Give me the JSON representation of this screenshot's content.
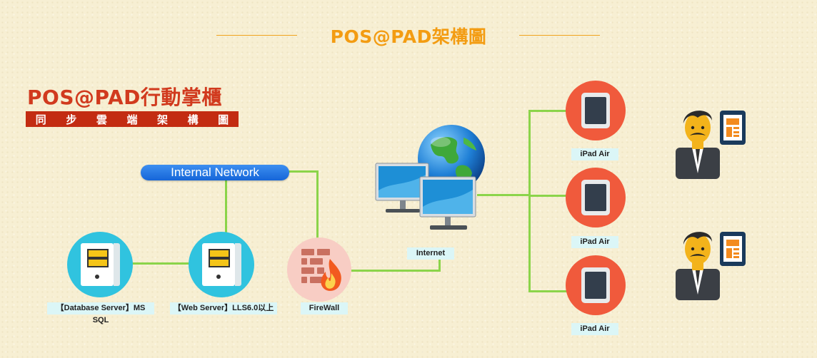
{
  "page_title": "POS@PAD架構圖",
  "brand": {
    "title": "POS@PAD行動掌櫃",
    "subtitle_chars": [
      "同",
      "步",
      "雲",
      "端",
      "架",
      "構",
      "圖"
    ]
  },
  "network_label": "Internal Network",
  "nodes": {
    "database_server": "【Database Server】MS SQL",
    "web_server": "【Web Server】LLS6.0以上",
    "firewall": "FireWall",
    "internet": "Internet",
    "ipads": [
      "iPad Air",
      "iPad Air",
      "iPad Air"
    ]
  },
  "colors": {
    "accent": "#f39c12",
    "brand_red": "#c32c12",
    "wire_green": "#8bd44a",
    "server_cyan": "#30c3df",
    "ipad_red": "#f05a3c",
    "firewall_pink": "#f8cdc4",
    "label_bg": "#dbf6f7"
  }
}
